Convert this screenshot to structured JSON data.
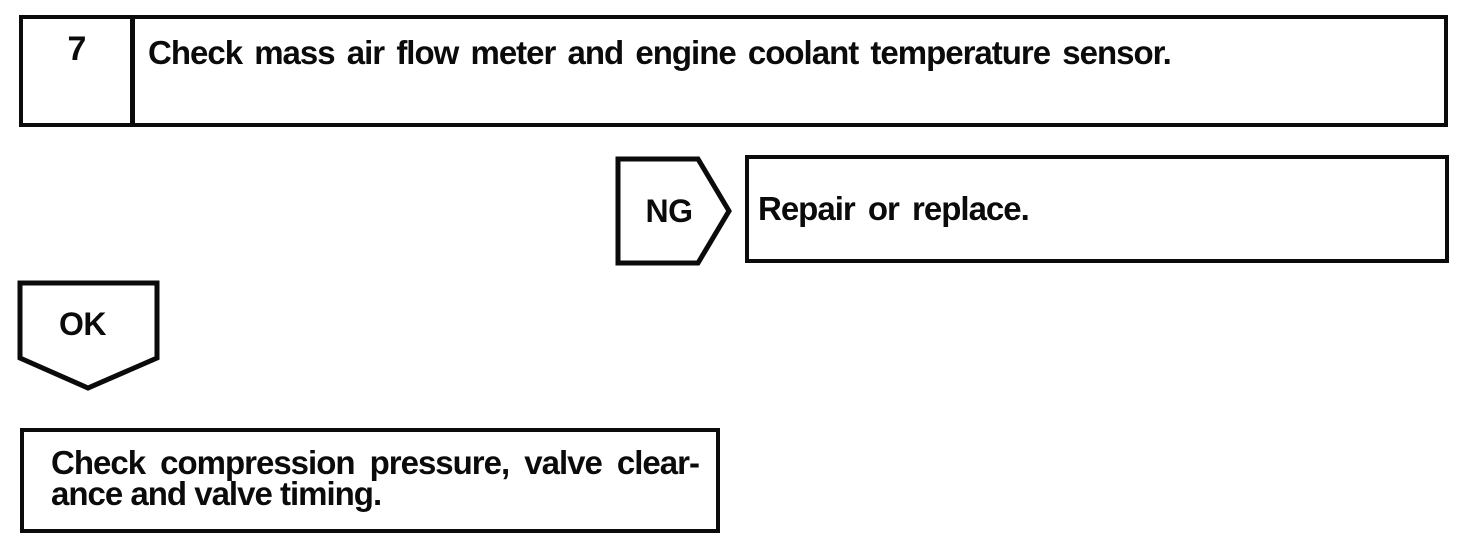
{
  "flowchart": {
    "step": {
      "number": "7",
      "instruction": "Check mass air flow meter and engine coolant temperature sensor."
    },
    "ng_branch": {
      "connector_label": "NG",
      "action": "Repair or replace."
    },
    "ok_branch": {
      "connector_label": "OK",
      "next_step_line1": "Check compression pressure, valve clear-",
      "next_step_line2": "ance and valve timing."
    },
    "colors": {
      "ink": "#0b0b0b",
      "paper": "#ffffff"
    }
  }
}
